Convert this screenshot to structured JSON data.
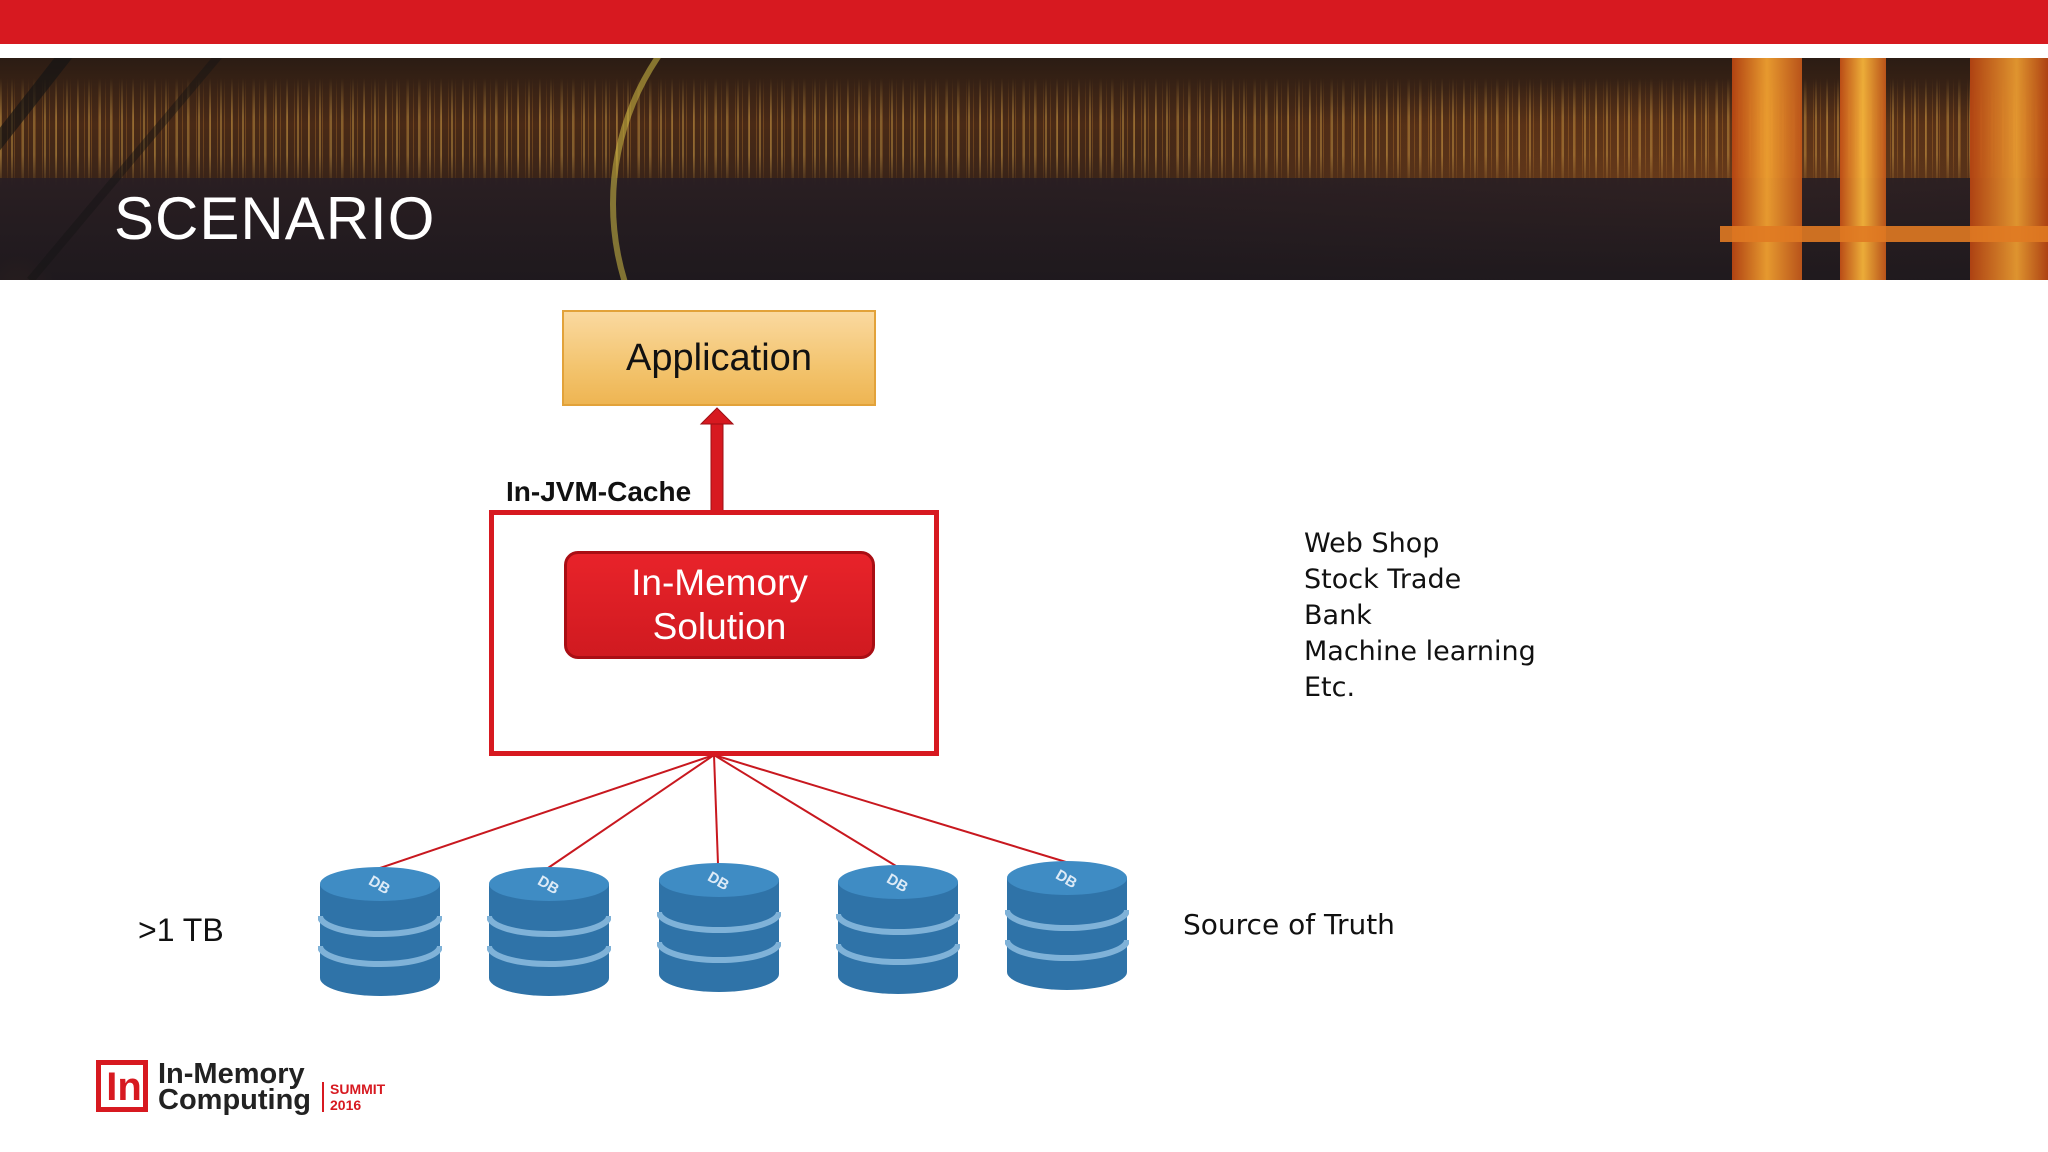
{
  "slide": {
    "title": "SCENARIO",
    "colors": {
      "accent": "#d71920",
      "application_box": "#f3c46e",
      "database": "#2f73a8"
    }
  },
  "diagram": {
    "application": "Application",
    "cache_label": "In-JVM-Cache",
    "in_memory_line1": "In-Memory",
    "in_memory_line2": "Solution",
    "databases": [
      {
        "label": "DB"
      },
      {
        "label": "DB"
      },
      {
        "label": "DB"
      },
      {
        "label": "DB"
      },
      {
        "label": "DB"
      }
    ],
    "size_label": ">1 TB",
    "source_label": "Source of Truth",
    "use_cases": [
      "Web Shop",
      "Stock Trade",
      "Bank",
      "Machine learning",
      "Etc."
    ]
  },
  "logo": {
    "mark": "In",
    "name_line1": "In-Memory",
    "name_line2": "Computing",
    "event": "SUMMIT",
    "year": "2016"
  }
}
